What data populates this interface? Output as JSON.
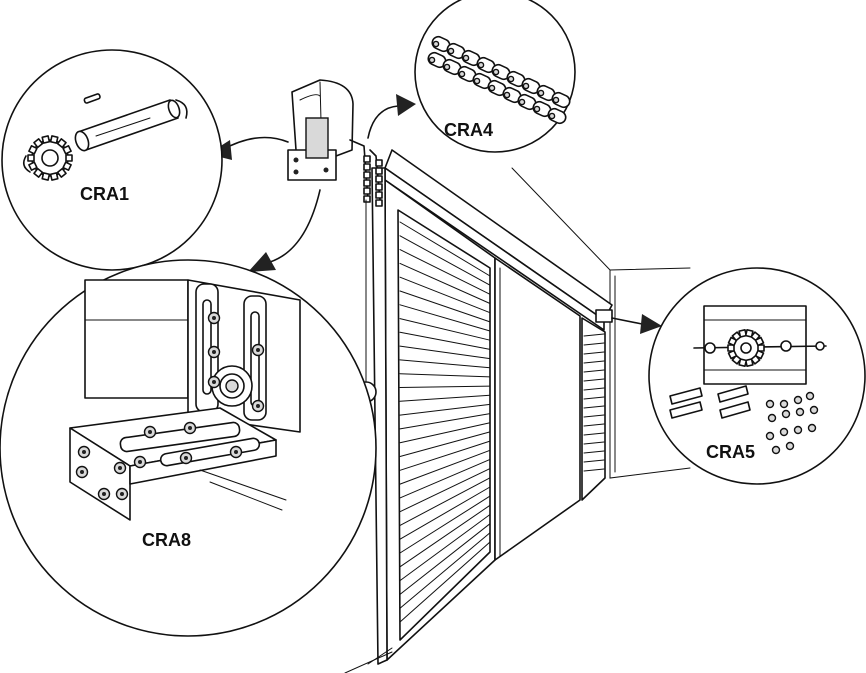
{
  "callouts": {
    "cra1": "CRA1",
    "cra4": "CRA4",
    "cra5": "CRA5",
    "cra8": "CRA8"
  },
  "colors": {
    "line": "#111111",
    "background": "#ffffff",
    "shade": "#d9d9d9"
  }
}
